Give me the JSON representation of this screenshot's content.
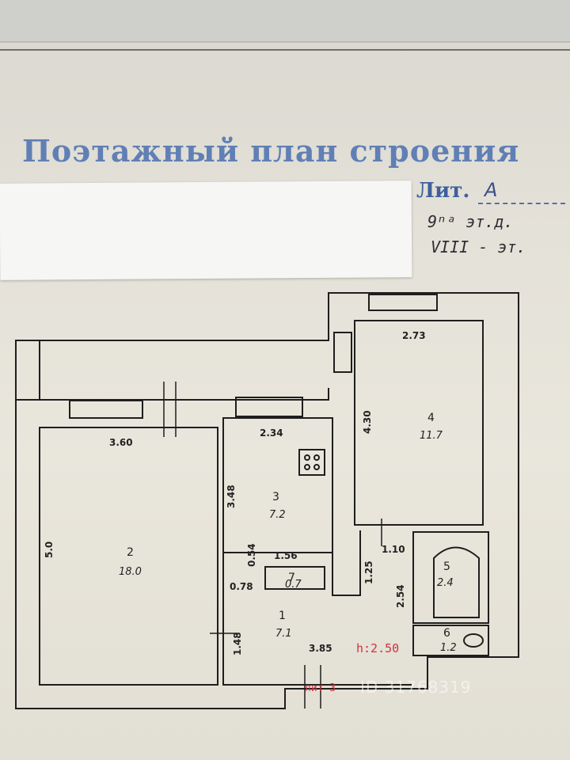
{
  "header": {
    "title": "Поэтажный план строения",
    "lit_label": "Лит.",
    "lit_value": "A",
    "floor_note": "9ⁿᵃ эт.д.",
    "level_note": "VIII - эт."
  },
  "rooms": [
    {
      "number": "1",
      "area": "7.1"
    },
    {
      "number": "2",
      "area": "18.0"
    },
    {
      "number": "3",
      "area": "7.2"
    },
    {
      "number": "4",
      "area": "11.7"
    },
    {
      "number": "5",
      "area": "2.4"
    },
    {
      "number": "6",
      "area": "1.2"
    },
    {
      "number": "7",
      "area": "0.7"
    }
  ],
  "dimensions": {
    "room2_width": "3.60",
    "room2_length": "5.0",
    "room3_width": "2.34",
    "room3_length": "3.48",
    "room4_width": "2.73",
    "room4_length": "4.30",
    "closet_width": "1.56",
    "closet_depth": "0.54",
    "closet_small": "0.78",
    "hall_width": "3.85",
    "hall_depth": "1.48",
    "corridor_width": "1.25",
    "bath_width": "1.10",
    "bath_length": "2.54"
  },
  "height_note": "h:2.50",
  "stamp_code": "лит 3",
  "watermark": "ID 31768319"
}
